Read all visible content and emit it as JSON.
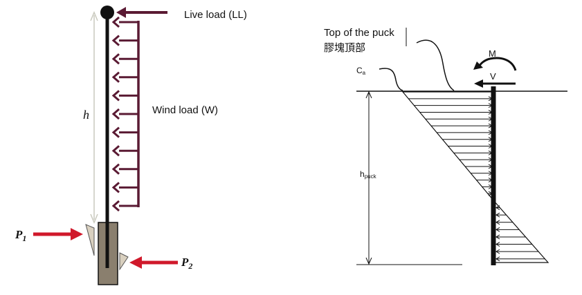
{
  "left_diagram": {
    "live_load_label": "Live load (LL)",
    "wind_load_label": "Wind load (W)",
    "height_label": "h",
    "p1_label": "P",
    "p1_subscript": "1",
    "p2_label": "P",
    "p2_subscript": "2",
    "wind_arrow_count": 11
  },
  "right_diagram": {
    "top_of_puck_label": "Top of the puck",
    "top_of_puck_label_cjk": "膠塊頂部",
    "ca_label_main": "C",
    "ca_label_sub": "a",
    "moment_label": "M",
    "shear_label": "V",
    "hpuck_label_main": "h",
    "hpuck_label_sub": "puck",
    "upper_hatch_count": 15,
    "lower_hatch_count": 8
  },
  "colors": {
    "load_arrow": "#5a1a33",
    "reaction_arrow": "#d0192b",
    "pole": "#111111",
    "footing_fill": "#8a7f6e",
    "wedge_fill": "#d9d0bf",
    "dimension_line": "#c9c9bd"
  }
}
